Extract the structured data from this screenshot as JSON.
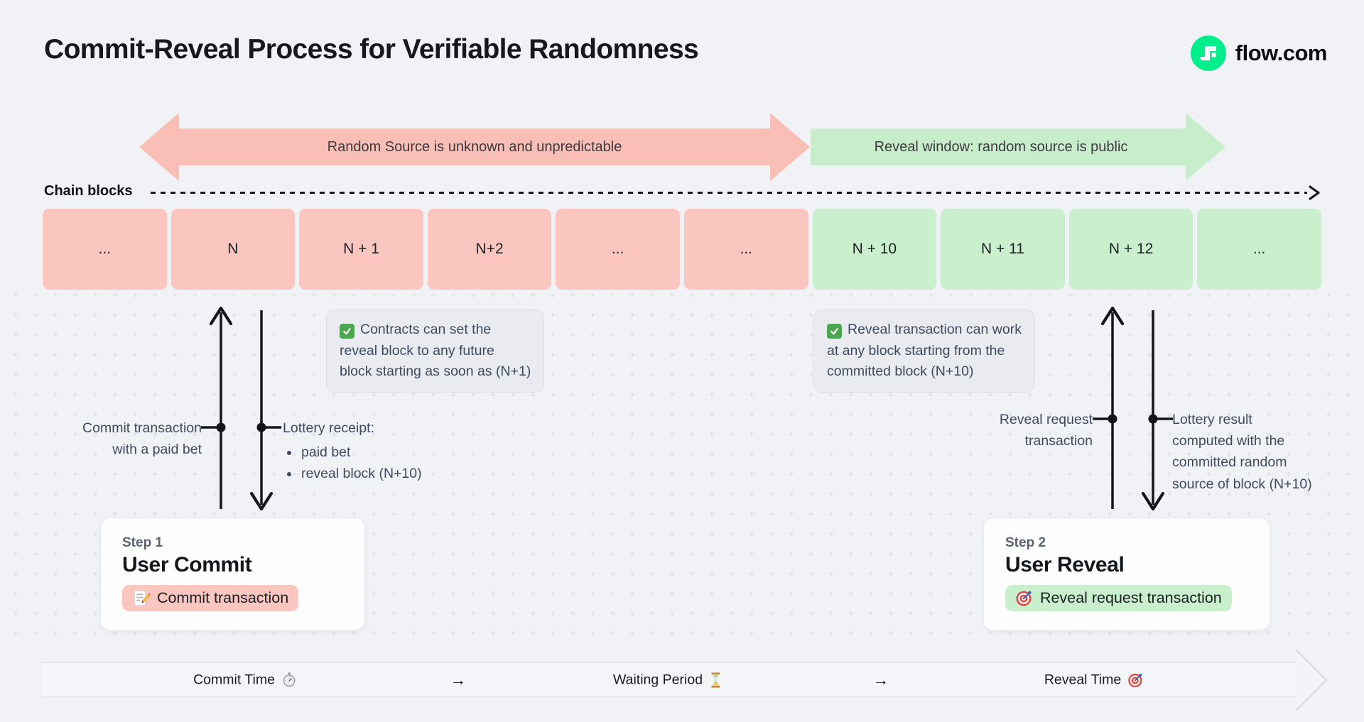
{
  "header": {
    "title": "Commit-Reveal Process for Verifiable Randomness",
    "brand": "flow.com",
    "brand_icon": "flow-logo",
    "brand_color": "#00ef8b"
  },
  "banners": {
    "unknown": {
      "text": "Random Source is unknown and unpredictable",
      "color": "#f9beb6"
    },
    "reveal": {
      "text": "Reveal window: random source is public",
      "color": "#c7edcb"
    }
  },
  "chain": {
    "label": "Chain blocks",
    "commit_color": "#fbc6c0",
    "reveal_color": "#c9efcd",
    "blocks": [
      {
        "label": "...",
        "phase": "commit"
      },
      {
        "label": "N",
        "phase": "commit"
      },
      {
        "label": "N + 1",
        "phase": "commit"
      },
      {
        "label": "N+2",
        "phase": "commit"
      },
      {
        "label": "...",
        "phase": "commit"
      },
      {
        "label": "...",
        "phase": "commit"
      },
      {
        "label": "N + 10",
        "phase": "reveal"
      },
      {
        "label": "N + 11",
        "phase": "reveal"
      },
      {
        "label": "N + 12",
        "phase": "reveal"
      },
      {
        "label": "...",
        "phase": "reveal"
      }
    ]
  },
  "notes": {
    "commit": {
      "icon": "check-badge",
      "lines": [
        "Contracts can set the",
        "reveal block to any future",
        "block starting as soon as (N+1)"
      ]
    },
    "reveal": {
      "icon": "check-badge",
      "lines": [
        "Reveal transaction can work",
        "at any block starting from the",
        "committed block (N+10)"
      ]
    }
  },
  "annotations": {
    "commit_tx": {
      "lines": [
        "Commit transaction",
        "with a paid bet"
      ]
    },
    "lottery_receipt": {
      "title": "Lottery receipt:",
      "bullets": [
        "paid bet",
        "reveal block (N+10)"
      ]
    },
    "reveal_request": {
      "lines": [
        "Reveal request",
        "transaction"
      ]
    },
    "lottery_result": {
      "lines": [
        "Lottery result",
        "computed with the",
        "committed random",
        "source of block (N+10)"
      ]
    }
  },
  "steps": [
    {
      "label": "Step 1",
      "title": "User Commit",
      "action": "Commit transaction",
      "icon": "memo",
      "color": "#fbc6c0"
    },
    {
      "label": "Step 2",
      "title": "User Reveal",
      "action": "Reveal request transaction",
      "icon": "target",
      "color": "#c9efcd"
    }
  ],
  "timeline": {
    "separator": "→",
    "phases": [
      {
        "label": "Commit Time",
        "icon": "stopwatch"
      },
      {
        "label": "Waiting Period",
        "icon": "hourglass"
      },
      {
        "label": "Reveal Time",
        "icon": "target"
      }
    ]
  }
}
